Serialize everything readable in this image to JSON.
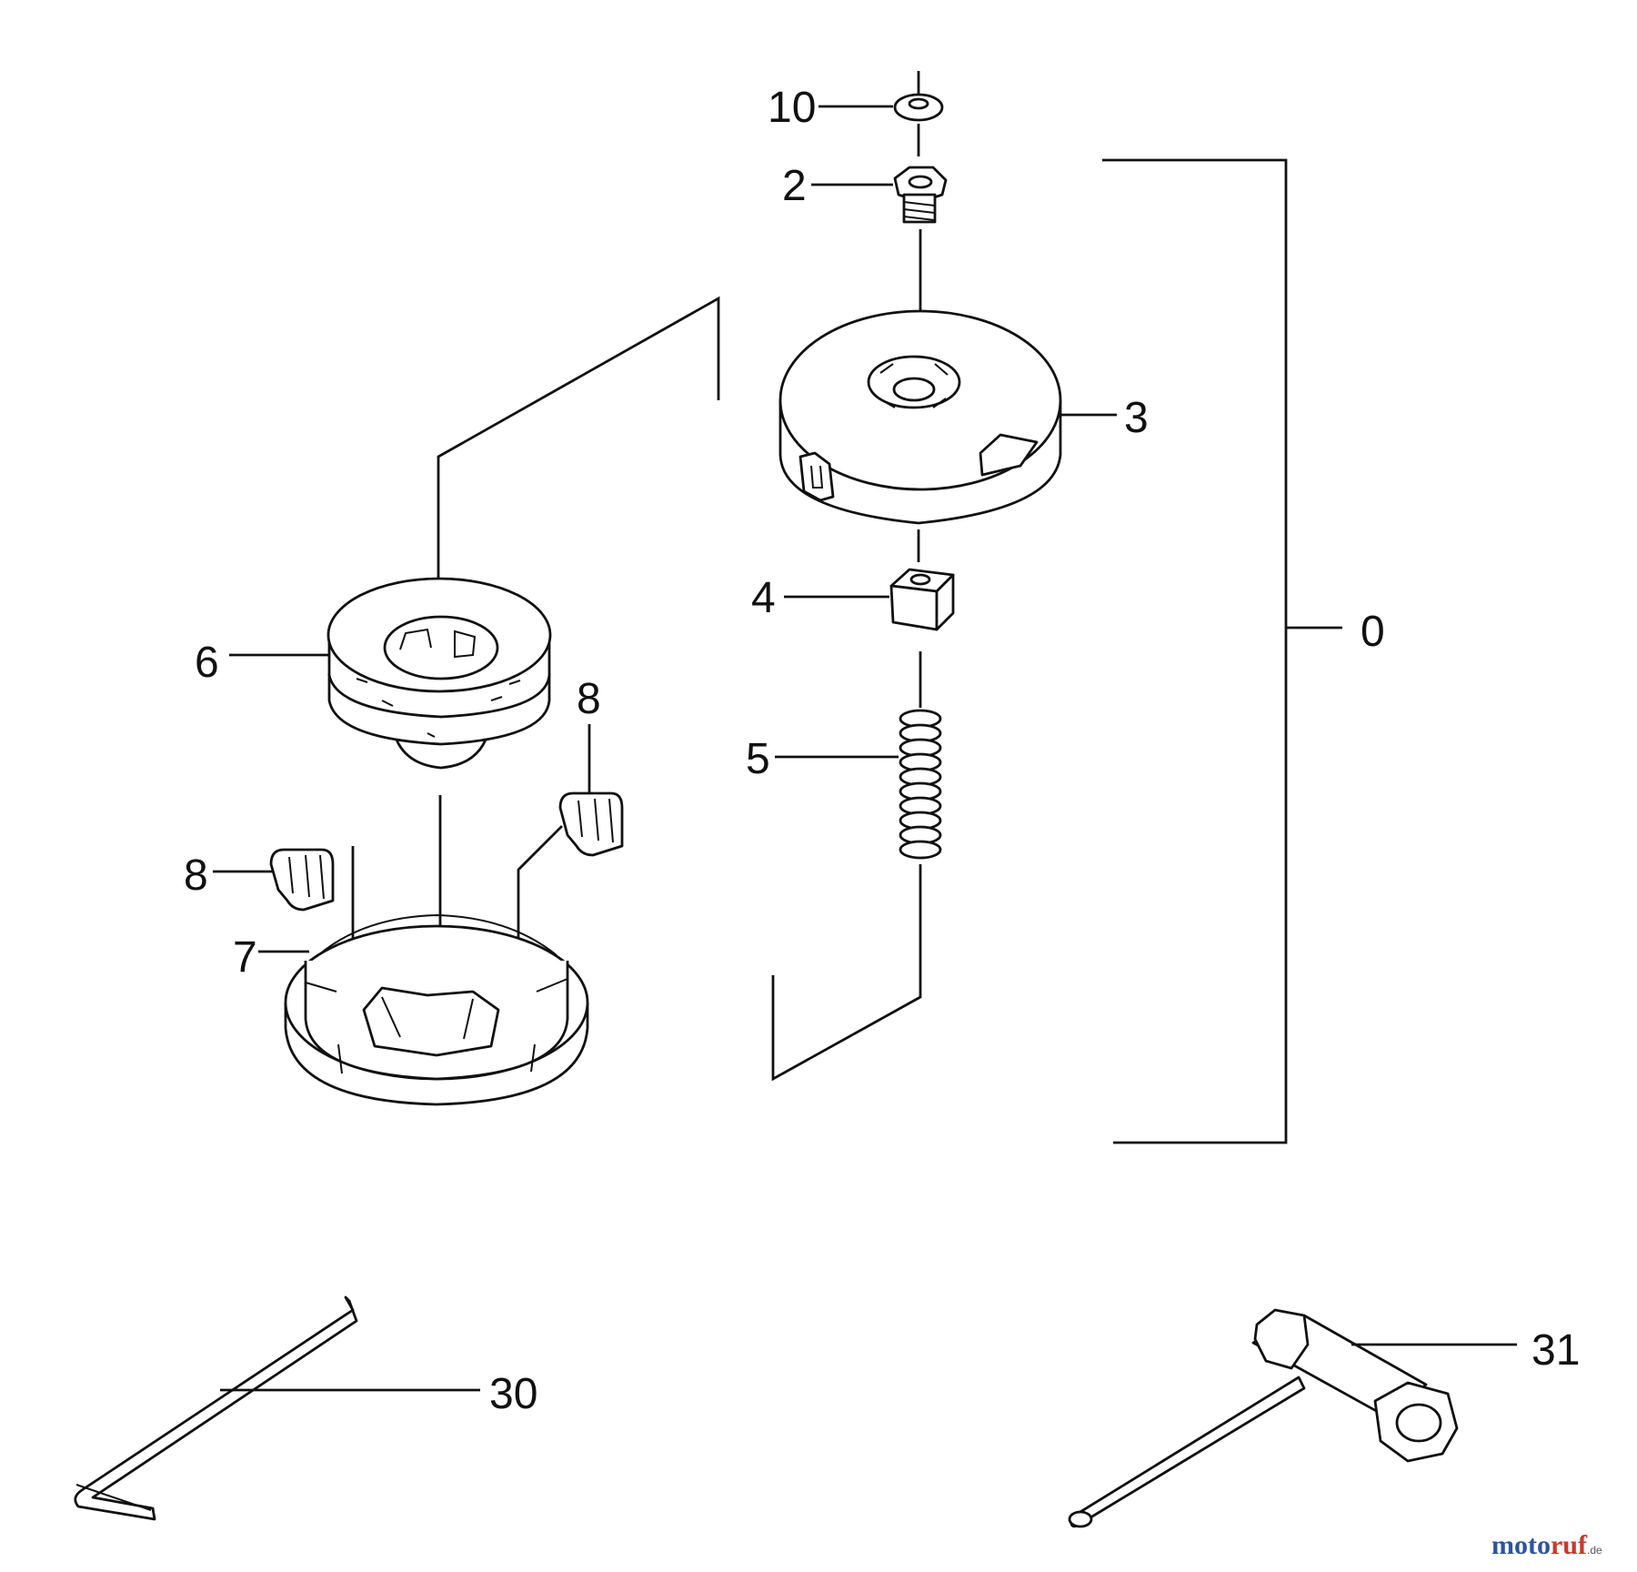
{
  "callouts": {
    "c10": "10",
    "c2": "2",
    "c3": "3",
    "c4": "4",
    "c5": "5",
    "c0": "0",
    "c6": "6",
    "c8_upper": "8",
    "c8_left": "8",
    "c7": "7",
    "c30": "30",
    "c31": "31"
  },
  "watermark": {
    "moto": "moto",
    "ruf": "ruf",
    "tld": ".de"
  }
}
